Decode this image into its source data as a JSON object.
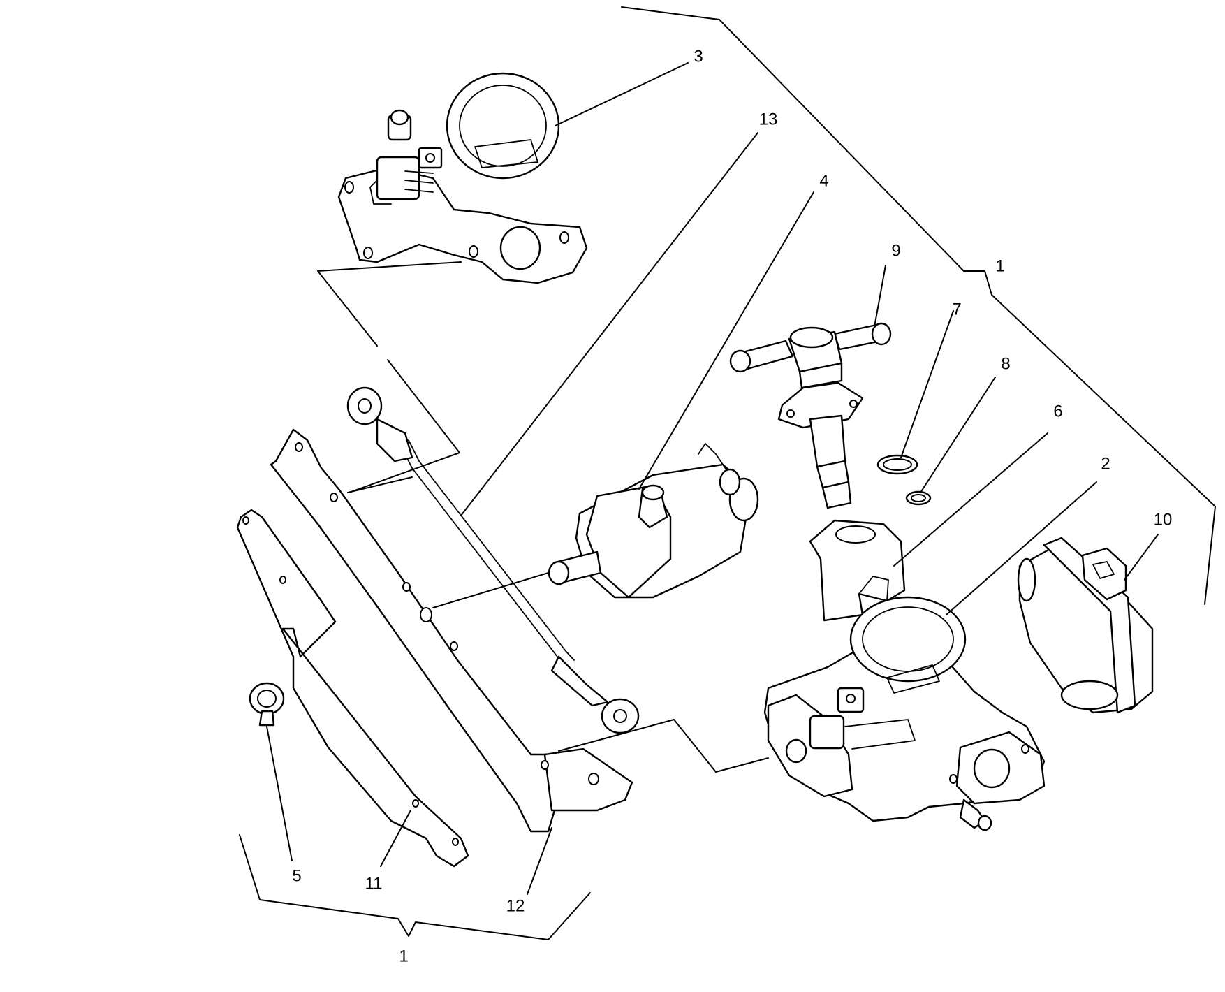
{
  "callouts": {
    "c1_right": "1",
    "c1_bottom": "1",
    "c2": "2",
    "c3": "3",
    "c4": "4",
    "c5": "5",
    "c6": "6",
    "c7": "7",
    "c8": "8",
    "c9": "9",
    "c10": "10",
    "c11": "11",
    "c12": "12",
    "c13": "13"
  },
  "colors": {
    "line": "#000000",
    "background": "#ffffff"
  }
}
